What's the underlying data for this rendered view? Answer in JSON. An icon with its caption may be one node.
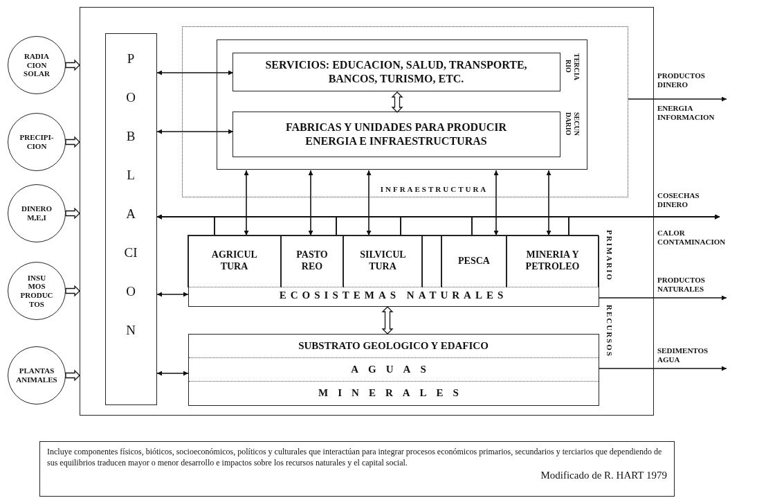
{
  "diagram": {
    "nodes": [
      {
        "text": [
          "RADIA CION SOLAR"
        ]
      },
      {
        "text": [
          "PRECIPI- CION"
        ]
      },
      {
        "text": [
          "DINERO M,E,I"
        ]
      },
      {
        "text": [
          "INSU MOS PRODUC TOS"
        ]
      },
      {
        "text": [
          "PLANTAS ANIMALES"
        ]
      },
      {
        "text": [],
        "shape": "box"
      },
      {
        "text": [
          "POBLACION"
        ],
        "in": 5
      },
      {
        "text": [
          "INFRAESTRUCTURA"
        ],
        "in": 5
      },
      {
        "text": [],
        "shape": "box",
        "in": 7
      },
      {
        "text": [
          "SERVICIOS: EDUCACION, SALUD, TRANSPORTE, BANCOS, TURISMO, ETC."
        ],
        "beside": [
          "TERCIA RIO"
        ],
        "in": 8
      },
      {
        "text": [
          "FABRICAS Y UNIDADES PARA PRODUCIR ENERGIA E INFRAESTRUCTURAS"
        ],
        "beside": [
          "SECUN DARIO"
        ],
        "in": 8
      },
      {
        "text": [
          "ECOSISTEMAS NATURALES"
        ],
        "in": 5
      },
      {
        "text": [
          "AGRICUL TURA"
        ],
        "in": 11
      },
      {
        "text": [
          "PASTO REO"
        ],
        "in": 11
      },
      {
        "text": [
          "SILVICUL TURA"
        ],
        "in": 11
      },
      {
        "text": [],
        "shape": "box",
        "in": 11
      },
      {
        "text": [
          "PESCA"
        ],
        "in": 11
      },
      {
        "text": [
          "MINERIA Y PETROLEO"
        ],
        "in": 11
      },
      {
        "text": [
          "SUBSTRATO GEOLOGICO Y EDAFICO",
          "AGUAS",
          "MINERALES"
        ],
        "in": 5
      },
      {
        "text": [
          "Incluye componentes físicos, bióticos, socioeconómicos, políticos y culturales que interactúan para integrar procesos económicos primarios, secundarios y terciarios que dependiendo de sus equilibrios traducen mayor o menor desarrollo e impactos sobre los recursos naturales y el capital social.",
          "Modificado de R. HART 1979"
        ]
      }
    ],
    "edges": [
      {
        "from": 0,
        "to": 5,
        "arrow": "to",
        "style": "thick"
      },
      {
        "from": 1,
        "to": 5,
        "arrow": "to",
        "style": "thick"
      },
      {
        "from": 2,
        "to": 5,
        "arrow": "to",
        "style": "thick"
      },
      {
        "from": 3,
        "to": 5,
        "arrow": "to",
        "style": "thick"
      },
      {
        "from": 4,
        "to": 5,
        "arrow": "to",
        "style": "thick"
      },
      {
        "from": 6,
        "to": 9,
        "arrow": "both"
      },
      {
        "from": 6,
        "to": 10,
        "arrow": "both"
      },
      {
        "from": 9,
        "to": 10,
        "arrow": "both",
        "style": "thick"
      },
      {
        "from": 8,
        "to": 12,
        "arrow": "both"
      },
      {
        "from": 8,
        "to": 13,
        "arrow": "both"
      },
      {
        "from": 8,
        "to": 14,
        "arrow": "both"
      },
      {
        "from": 8,
        "to": 16,
        "arrow": "both"
      },
      {
        "from": 8,
        "to": 17,
        "arrow": "both"
      },
      {
        "from": 12,
        "to": 6,
        "arrow": "to"
      },
      {
        "from": 13,
        "to": 6,
        "arrow": "to"
      },
      {
        "from": 14,
        "to": 6,
        "arrow": "to"
      },
      {
        "from": 16,
        "to": 6,
        "arrow": "to"
      },
      {
        "from": 17,
        "to": 6,
        "arrow": "to"
      },
      {
        "from": 12,
        "to": null,
        "arrow": "to"
      },
      {
        "from": 13,
        "to": null,
        "arrow": "to"
      },
      {
        "from": 14,
        "to": null,
        "arrow": "to"
      },
      {
        "from": 16,
        "to": null,
        "arrow": "to"
      },
      {
        "from": 17,
        "to": null,
        "arrow": "to"
      },
      {
        "from": 6,
        "to": 11,
        "arrow": "both"
      },
      {
        "from": 11,
        "to": 18,
        "arrow": "both",
        "style": "thick"
      },
      {
        "from": 6,
        "to": 18,
        "arrow": "both"
      },
      {
        "from": 7,
        "to": null,
        "arrow": "to"
      },
      {
        "from": 11,
        "to": null,
        "arrow": "to"
      },
      {
        "from": 18,
        "to": null,
        "arrow": "to"
      }
    ],
    "labels": [
      "PRIMARIO",
      "RECURSOS",
      "PRODUCTOS DINERO",
      "ENERGIA INFORMACION",
      "COSECHAS DINERO",
      "CALOR CONTAMINACION",
      "PRODUCTOS NATURALES",
      "SEDIMENTOS AGUA"
    ]
  }
}
